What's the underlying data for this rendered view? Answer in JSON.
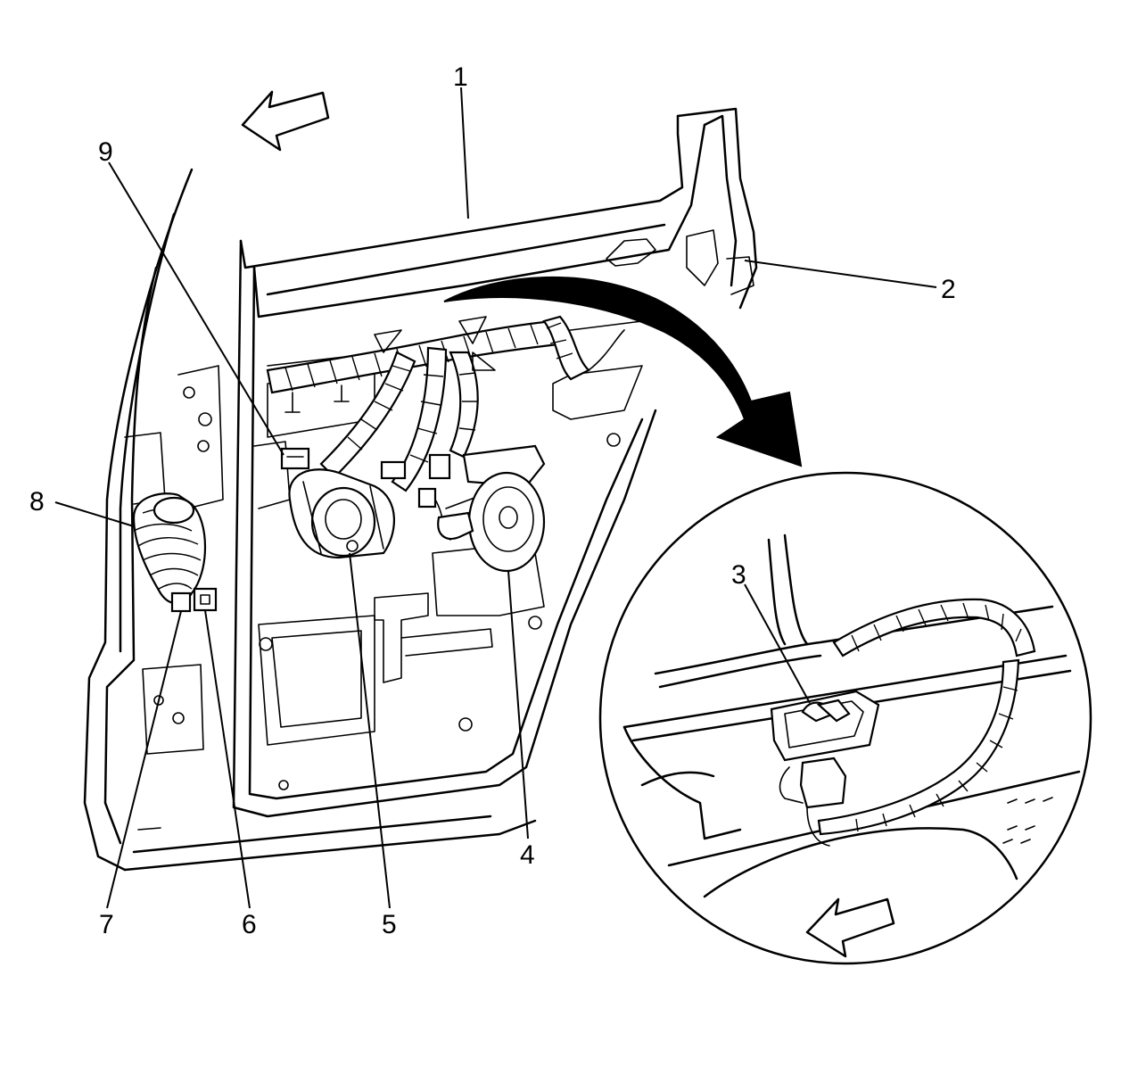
{
  "callouts": [
    {
      "id": "1",
      "label": "1"
    },
    {
      "id": "2",
      "label": "2"
    },
    {
      "id": "3",
      "label": "3"
    },
    {
      "id": "4",
      "label": "4"
    },
    {
      "id": "5",
      "label": "5"
    },
    {
      "id": "6",
      "label": "6"
    },
    {
      "id": "7",
      "label": "7"
    },
    {
      "id": "8",
      "label": "8"
    },
    {
      "id": "9",
      "label": "9"
    }
  ],
  "icons": {
    "forward_arrow_top": "direction-arrow-icon",
    "forward_arrow_detail": "direction-arrow-icon",
    "detail_pointer": "curved-arrow-icon"
  },
  "colors": {
    "line": "#000000",
    "background": "#ffffff"
  }
}
